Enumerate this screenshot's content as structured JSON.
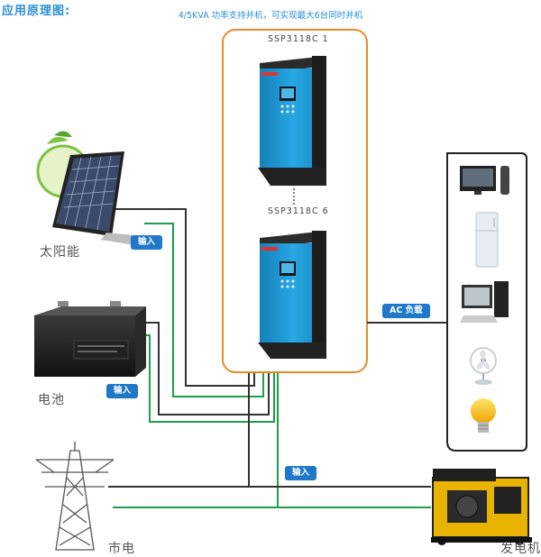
{
  "title": "应用原理图:",
  "subtitle": "4/5KVA 功率支持并机，可实现最大6台同时并机",
  "units": {
    "first": "SSP3118C  1",
    "last": "SSP3118C  6"
  },
  "sources": {
    "solar": "太阳能",
    "battery": "电池",
    "grid": "市电",
    "generator": "发电机"
  },
  "tags": {
    "solar_input": "输入",
    "battery_input": "输入",
    "grid_input": "输入",
    "ac_load": "AC 负载"
  },
  "loads": [
    "tv-icon",
    "fridge-icon",
    "computer-icon",
    "fan-icon",
    "bulb-icon"
  ],
  "colors": {
    "accent": "#2a8fd6",
    "frame": "#e8892b",
    "inverter": "#1a9bd8",
    "wire_green": "#1e9d4a",
    "wire_dark": "#333333",
    "tag_bg": "#1f78c8"
  }
}
